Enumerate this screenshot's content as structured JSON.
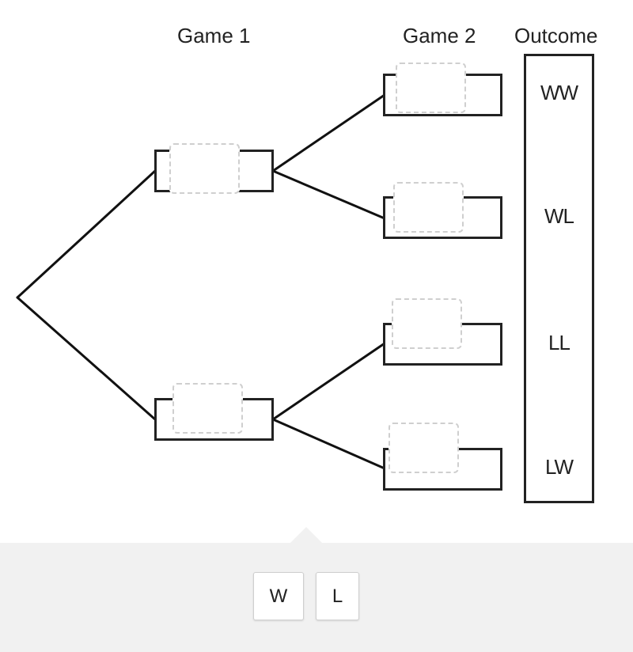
{
  "headers": {
    "game1": "Game 1",
    "game2": "Game 2",
    "outcome": "Outcome"
  },
  "outcomes": [
    "WW",
    "WL",
    "LL",
    "LW"
  ],
  "tiles": [
    "W",
    "L"
  ]
}
